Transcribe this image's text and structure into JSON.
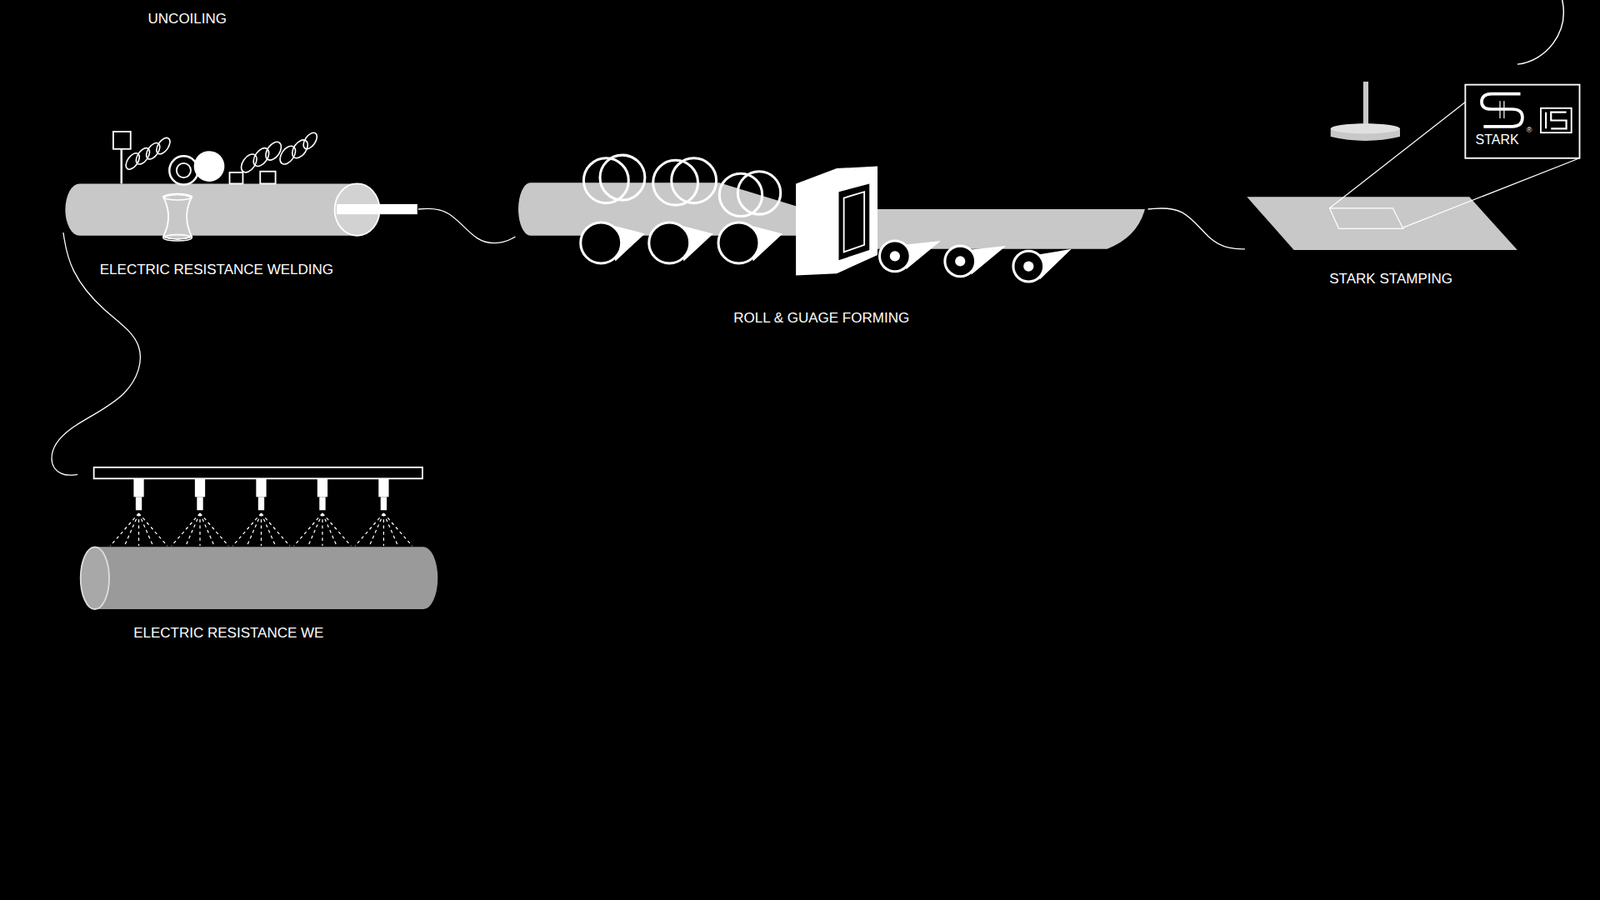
{
  "diagram": {
    "nodes": [
      {
        "text": [
          "ELECTRIC RESISTANCE WELDING"
        ]
      },
      {
        "text": [
          "ROLL & GUAGE FORMING"
        ]
      },
      {
        "text": [
          "STARK STAMPING"
        ]
      },
      {
        "text": [
          "ELECTRIC RESISTANCE WE"
        ]
      }
    ],
    "edges": [
      {
        "from": 0,
        "to": 1,
        "arrow": "none"
      },
      {
        "from": 1,
        "to": 2,
        "arrow": "none"
      },
      {
        "from": 0,
        "to": 3,
        "arrow": "none"
      }
    ],
    "labels": [
      "UNCOILING",
      "STARK",
      "®"
    ]
  }
}
